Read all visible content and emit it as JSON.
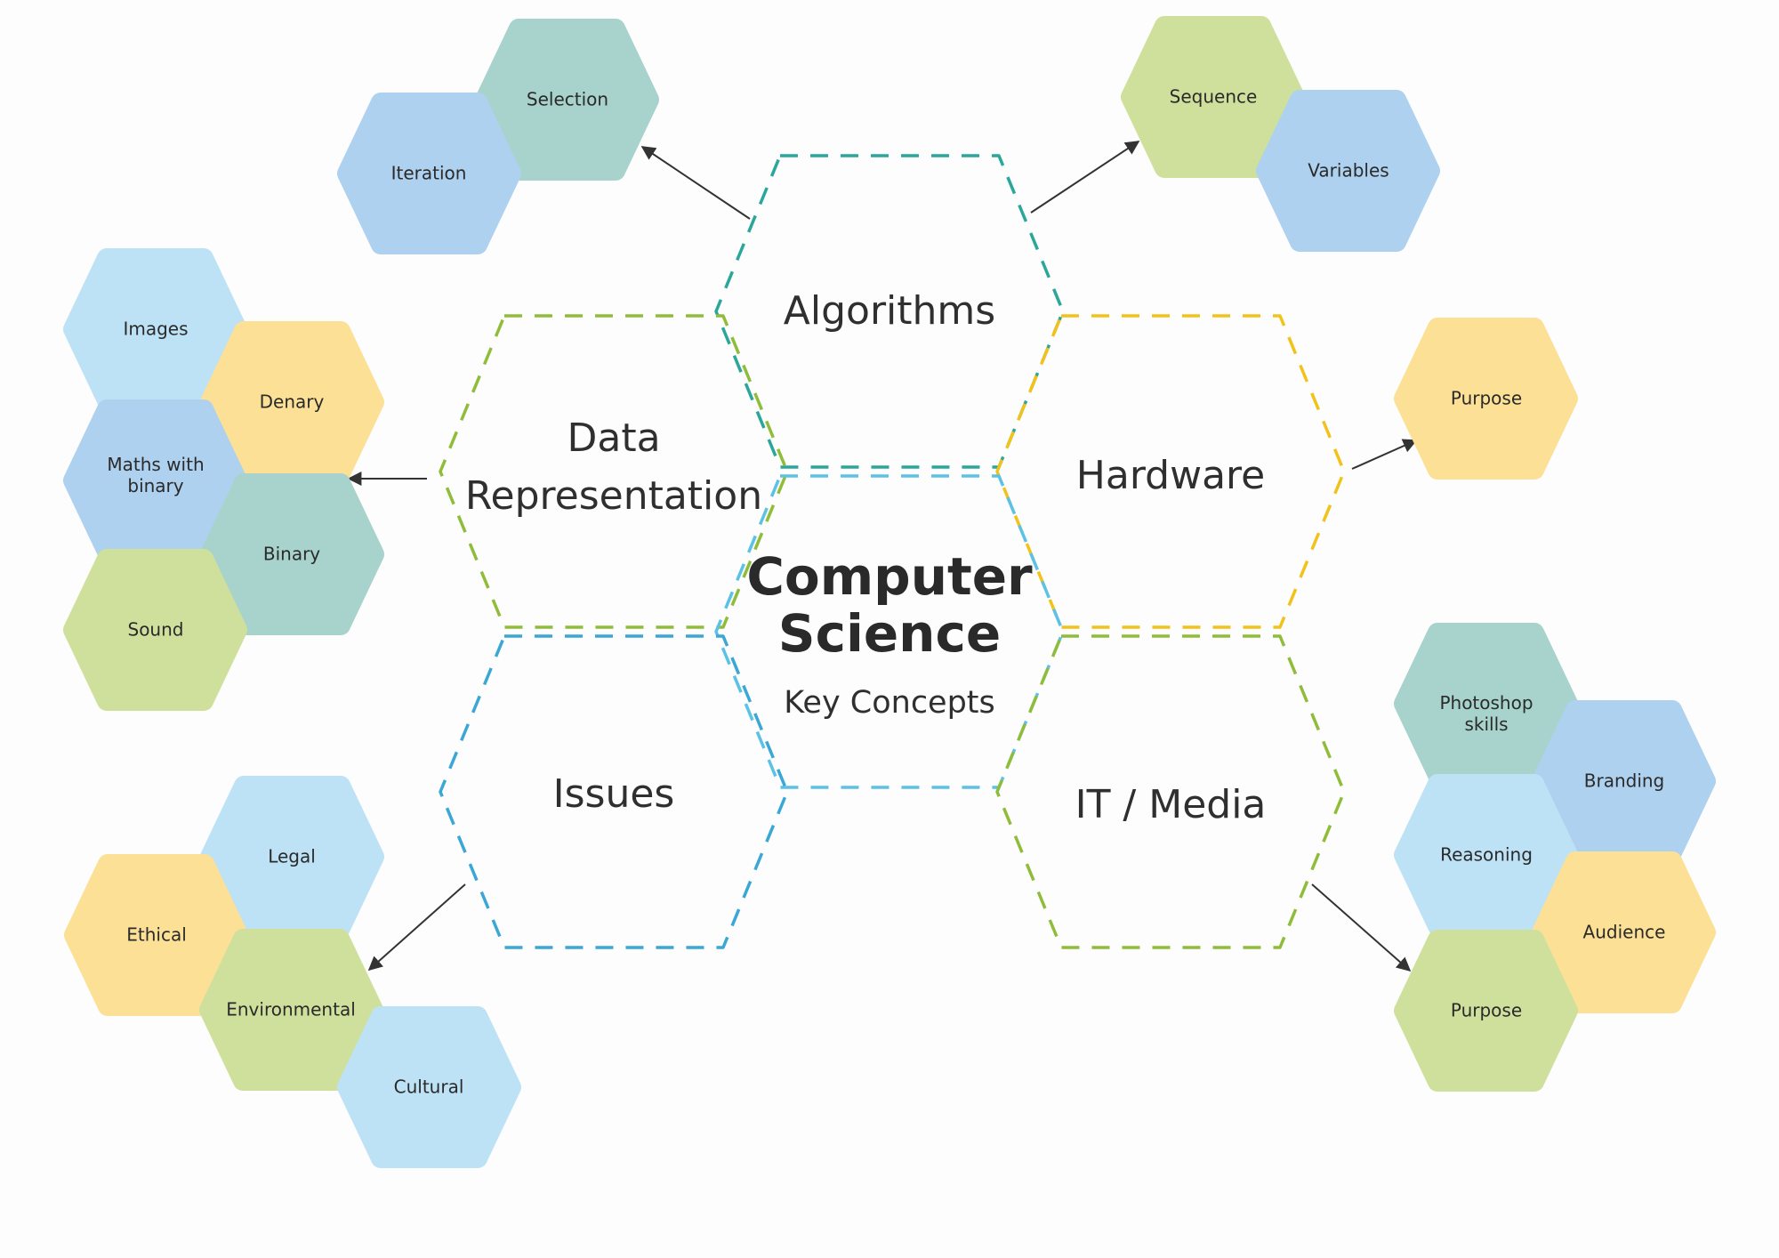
{
  "center": {
    "title_line1": "Computer",
    "title_line2": "Science",
    "subtitle": "Key Concepts"
  },
  "colors": {
    "teal": "#a7d3cc",
    "blue": "#aed1ef",
    "light_blue": "#bde2f6",
    "green": "#cfe09d",
    "yellow": "#fbe096",
    "teal_dash": "#2aa79a",
    "blue_dash": "#3aa7d4",
    "light_blue_dash": "#5bc2e6",
    "green_dash": "#8fbd3a",
    "yellow_dash": "#f2c21b",
    "text": "#2a2a2a"
  },
  "topics": {
    "algorithms": {
      "label": "Algorithms",
      "subtopics": [
        "Selection",
        "Iteration",
        "Sequence",
        "Variables"
      ]
    },
    "data_representation": {
      "label_line1": "Data",
      "label_line2": "Representation",
      "subtopics": [
        "Images",
        "Denary",
        "Maths with binary",
        "Binary",
        "Sound"
      ]
    },
    "hardware": {
      "label": "Hardware",
      "subtopics": [
        "Purpose"
      ]
    },
    "issues": {
      "label": "Issues",
      "subtopics": [
        "Legal",
        "Ethical",
        "Environmental",
        "Cultural"
      ]
    },
    "it_media": {
      "label": "IT / Media",
      "subtopics": [
        "Photoshop skills",
        "Branding",
        "Reasoning",
        "Audience",
        "Purpose"
      ]
    }
  }
}
